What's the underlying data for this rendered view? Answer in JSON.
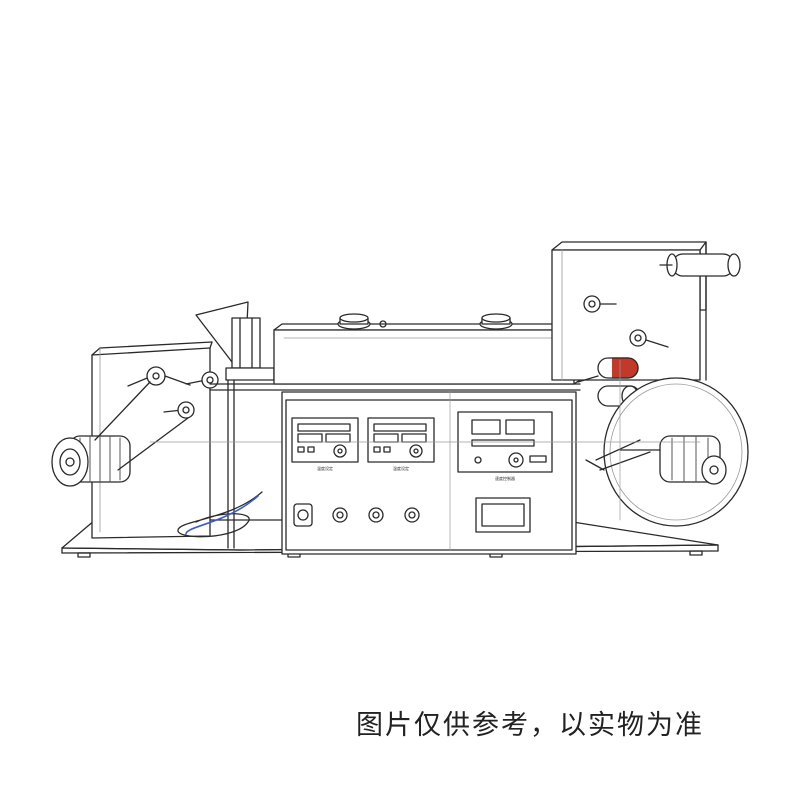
{
  "caption": "图片仅供参考，以实物为准",
  "colors": {
    "line": "#2a2a2a",
    "guide": "#9a9a9a",
    "accent_red": "#c0392b",
    "cable_blue": "#3b5bd6",
    "background": "#ffffff"
  },
  "panel": {
    "controller_1_label": "温度设定",
    "controller_2_label": "温度设定",
    "controller_3_label": "速度控制器"
  }
}
